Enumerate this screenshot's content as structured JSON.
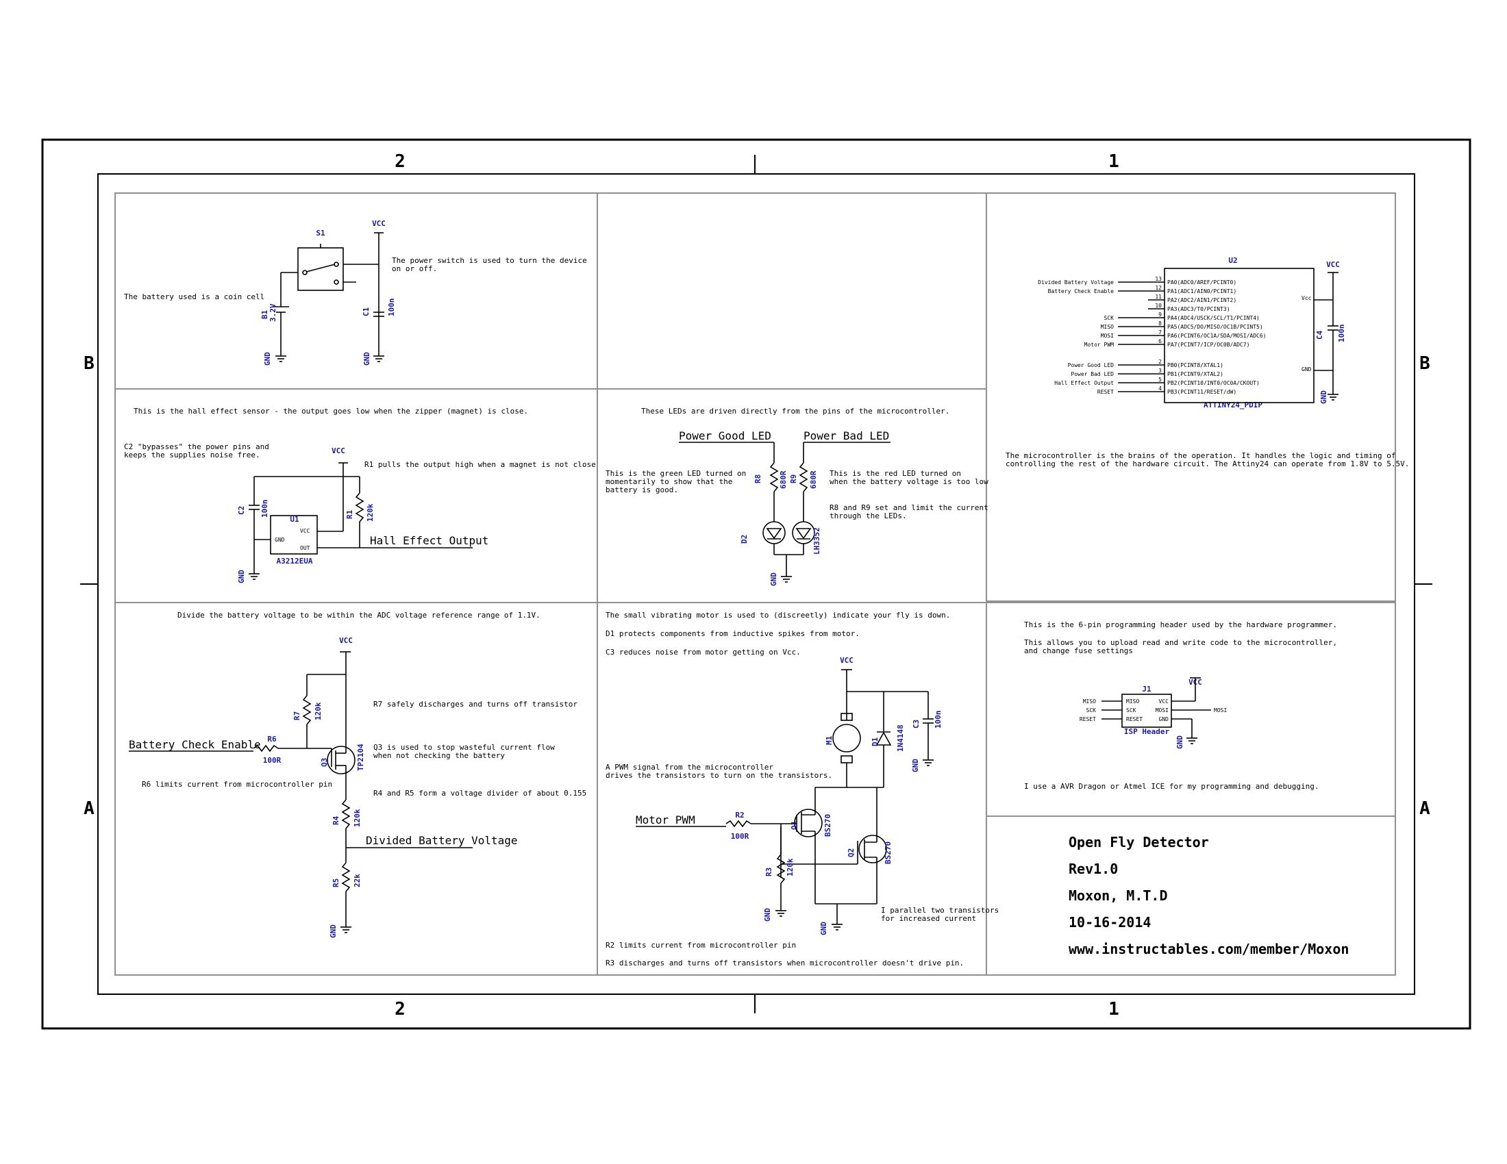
{
  "frame": {
    "zones_top": [
      "2",
      "1"
    ],
    "zones_bottom": [
      "2",
      "1"
    ],
    "zones_left": [
      "B",
      "A"
    ],
    "zones_right": [
      "B",
      "A"
    ]
  },
  "power": {
    "note": "The battery used is a coin cell",
    "switch_note_1": "The power switch is used to turn the device",
    "switch_note_2": "on or off.",
    "s1": "S1",
    "vcc": "VCC",
    "gnd": "GND",
    "b1": "B1",
    "b1_val": "3.2V",
    "c1": "C1",
    "c1_val": "100n"
  },
  "hall": {
    "note": "This is the hall effect sensor - the output goes low when the zipper (magnet) is close.",
    "c2_note_1": "C2 \"bypasses\" the power pins and",
    "c2_note_2": "keeps the supplies noise free.",
    "r1_note": "R1 pulls the output high when a magnet is not close",
    "u1": "U1",
    "u1_part": "A3212EUA",
    "u1_gnd": "GND",
    "u1_vcc": "VCC",
    "u1_out": "OUT",
    "c2": "C2",
    "c2_val": "100n",
    "r1": "R1",
    "r1_val": "120k",
    "output": "Hall Effect Output"
  },
  "leds": {
    "note": "These LEDs are driven directly from the pins of the microcontroller.",
    "good_label": "Power Good LED",
    "bad_label": "Power Bad LED",
    "green_note_1": "This is the green LED turned on",
    "green_note_2": "momentarily to show that the",
    "green_note_3": "battery is good.",
    "red_note_1": "This is the red LED turned on",
    "red_note_2": "when the battery voltage is too low",
    "r8r9_note_1": "R8 and R9 set and limit the current",
    "r8r9_note_2": "through the LEDs.",
    "r8": "R8",
    "r8_val": "680R",
    "r9": "R9",
    "r9_val": "680R",
    "d2": "D2",
    "d3_part": "LH3352"
  },
  "mcu": {
    "u2": "U2",
    "part": "ATTINY24_PDIP",
    "pins_left": [
      {
        "num": "13",
        "name": "PA0(ADC0/AREF/PCINT0)",
        "net": "Divided Battery Voltage"
      },
      {
        "num": "12",
        "name": "PA1(ADC1/AIN0/PCINT1)",
        "net": "Battery Check Enable"
      },
      {
        "num": "11",
        "name": "PA2(ADC2/AIN1/PCINT2)",
        "net": ""
      },
      {
        "num": "10",
        "name": "PA3(ADC3/T0/PCINT3)",
        "net": ""
      },
      {
        "num": "9",
        "name": "PA4(ADC4/USCK/SCL/T1/PCINT4)",
        "net": "SCK"
      },
      {
        "num": "8",
        "name": "PA5(ADC5/DO/MISO/OC1B/PCINT5)",
        "net": "MISO"
      },
      {
        "num": "7",
        "name": "PA6(PCINT6/OC1A/SDA/MOSI/ADC6)",
        "net": "MOSI"
      },
      {
        "num": "6",
        "name": "PA7(PCINT7/ICP/OC0B/ADC7)",
        "net": "Motor PWM"
      },
      {
        "num": "2",
        "name": "PB0(PCINT8/XTAL1)",
        "net": "Power Good LED"
      },
      {
        "num": "3",
        "name": "PB1(PCINT9/XTAL2)",
        "net": "Power Bad LED"
      },
      {
        "num": "5",
        "name": "PB2(PCINT10/INT0/OC0A/CKOUT)",
        "net": "Hall Effect Output"
      },
      {
        "num": "4",
        "name": "PB3(PCINT11/RESET/dW)",
        "net": "RESET"
      }
    ],
    "vcc_pin": "Vcc",
    "gnd_pin": "GND",
    "c4": "C4",
    "c4_val": "100n",
    "note_1": "The microcontroller is the brains of the operation. It handles the logic and timing of",
    "note_2": "controlling the rest of the hardware circuit. The Attiny24 can operate from 1.8V to 5.5V."
  },
  "battery_check": {
    "note": "Divide the battery voltage to be within the ADC voltage reference range of 1.1V.",
    "enable": "Battery Check Enable",
    "r6": "R6",
    "r6_val": "100R",
    "r7": "R7",
    "r7_val": "120k",
    "q3": "Q3",
    "q3_part": "TP2104",
    "r7_note": "R7 safely discharges and turns off transistor",
    "q3_note_1": "Q3 is used to stop wasteful current flow",
    "q3_note_2": "when not checking the battery",
    "r6_note": "R6 limits current from microcontroller pin",
    "r4r5_note": "R4 and R5 form a voltage divider of about 0.155",
    "r4": "R4",
    "r4_val": "120k",
    "r5": "R5",
    "r5_val": "22k",
    "divided": "Divided Battery Voltage"
  },
  "motor": {
    "note_1": "The small vibrating motor is used to (discreetly) indicate your fly is down.",
    "note_2": "D1 protects components from inductive spikes from motor.",
    "note_3": "C3 reduces noise from motor getting on Vcc.",
    "pwm_note_1": "A PWM signal from the microcontroller",
    "pwm_note_2": "drives the transistors to turn on the transistors.",
    "pwm": "Motor PWM",
    "m1": "M1",
    "d1": "D1",
    "d1_part": "1N4148",
    "c3": "C3",
    "c3_val": "100n",
    "r2": "R2",
    "r2_val": "100R",
    "r3": "R3",
    "r3_val": "120k",
    "q1": "Q1",
    "q1_part": "BS270",
    "q2": "Q2",
    "q2_part": "BS270",
    "parallel_1": "I parallel two transistors",
    "parallel_2": "for increased current",
    "r2_note": "R2 limits current from microcontroller pin",
    "r3_note": "R3 discharges and turns off transistors when microcontroller doesn't drive pin."
  },
  "isp": {
    "note_1": "This is the 6-pin programming header used by the hardware programmer.",
    "note_2": "This allows you to upload read and write code to the microcontroller,",
    "note_3": "and change fuse settings",
    "j1": "J1",
    "part": "ISP Header",
    "left_pins": [
      "MISO",
      "SCK",
      "RESET"
    ],
    "right_pins": [
      "VCC",
      "MOSI",
      "GND"
    ],
    "mosi_net": "MOSI",
    "tools_note": "I use a AVR Dragon or Atmel ICE for my programming and debugging."
  },
  "title_block": {
    "project": "Open Fly Detector",
    "revision": "Rev1.0",
    "author": "Moxon, M.T.D",
    "date": "10-16-2014",
    "url": "www.instructables.com/member/Moxon"
  }
}
